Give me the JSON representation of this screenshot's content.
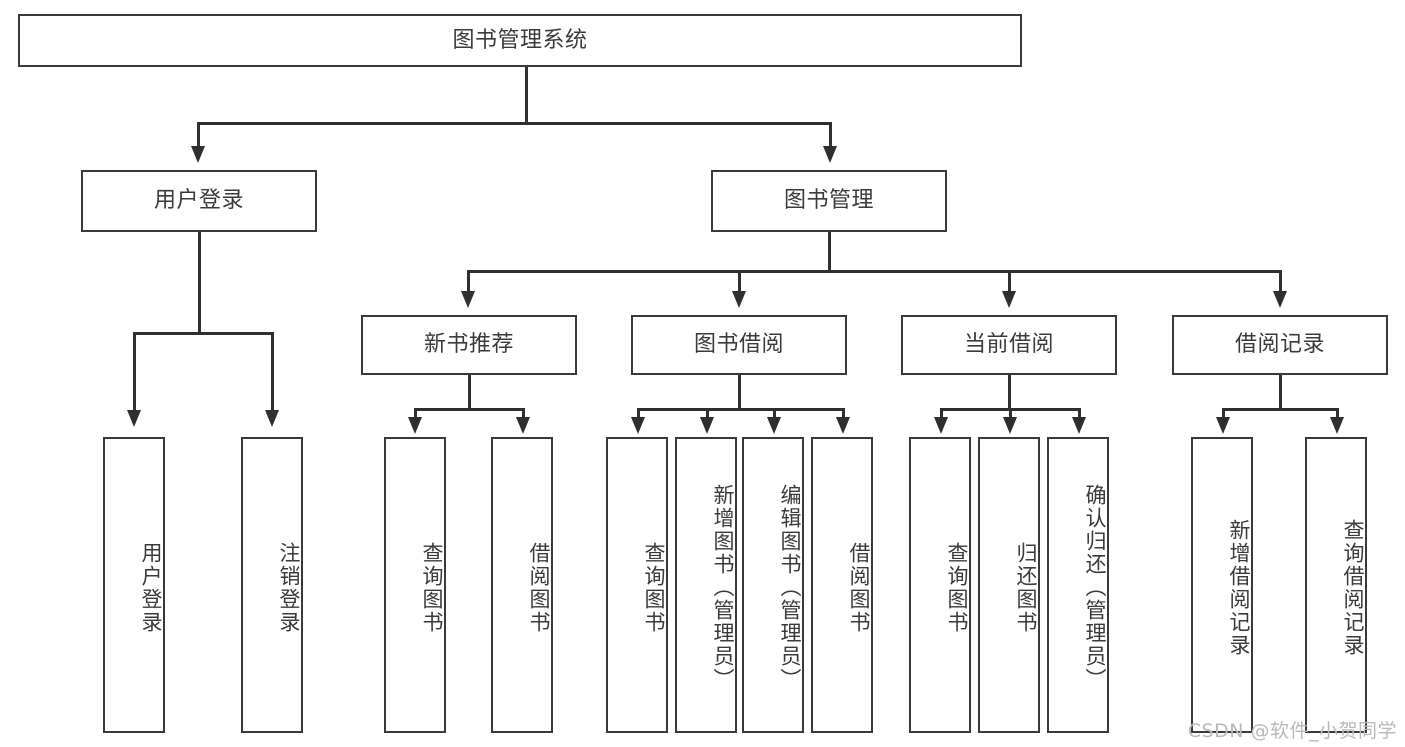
{
  "diagram": {
    "title": "图书管理系统",
    "root": {
      "label": "图书管理系统"
    },
    "level2": [
      {
        "label": "用户登录"
      },
      {
        "label": "图书管理"
      }
    ],
    "level3": [
      {
        "label": "新书推荐"
      },
      {
        "label": "图书借阅"
      },
      {
        "label": "当前借阅"
      },
      {
        "label": "借阅记录"
      }
    ],
    "leaves": {
      "user_login": [
        {
          "label": "用户登录"
        },
        {
          "label": "注销登录"
        }
      ],
      "new_book_recommend": [
        {
          "label": "查询图书"
        },
        {
          "label": "借阅图书"
        }
      ],
      "book_borrow": [
        {
          "label": "查询图书"
        },
        {
          "label": "新增图书（管理员）"
        },
        {
          "label": "编辑图书（管理员）"
        },
        {
          "label": "借阅图书"
        }
      ],
      "current_borrow": [
        {
          "label": "查询图书"
        },
        {
          "label": "归还图书"
        },
        {
          "label": "确认归还（管理员）"
        }
      ],
      "borrow_record": [
        {
          "label": "新增借阅记录"
        },
        {
          "label": "查询借阅记录"
        }
      ]
    }
  },
  "watermark": {
    "text": "CSDN @软件_小贺同学"
  },
  "colors": {
    "box_border": "#3a3a3a",
    "line": "#2f2f2f",
    "text": "#3a3a3a",
    "background": "#ffffff",
    "watermark": "#b9b9b9"
  }
}
